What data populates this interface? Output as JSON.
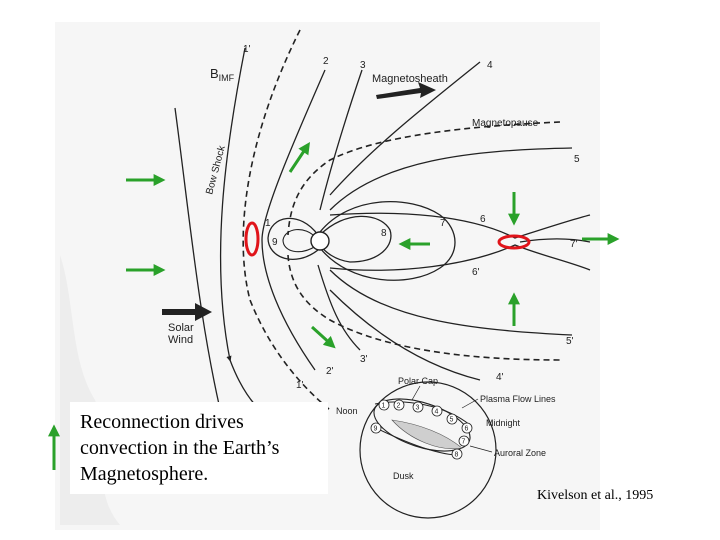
{
  "caption": "Reconnection drives\nconvection in the Earth’s\nMagnetosphere.",
  "credit": "Kivelson et al., 1995",
  "diagram": {
    "labels": {
      "b_imf": "B",
      "b_imf_sub": "IMF",
      "bow_shock": "Bow  Shock",
      "magnetosheath": "Magnetosheath",
      "magnetopause": "Magnetopause",
      "solar_wind_1": "Solar",
      "solar_wind_2": "Wind",
      "polar_cap": "Polar Cap",
      "plasma_flow_lines": "Plasma Flow Lines",
      "noon": "Noon",
      "midnight": "Midnight",
      "auroral_zone": "Auroral Zone",
      "dusk": "Dusk"
    },
    "field_line_numbers": {
      "n1p_top": "1'",
      "n2": "2",
      "n3": "3",
      "n4": "4",
      "n5": "5",
      "n1": "1",
      "n9": "9",
      "n8": "8",
      "n7": "7",
      "n6": "6",
      "n7p": "7'",
      "n6p": "6'",
      "n5p": "5'",
      "n3p": "3'",
      "n2p": "2'",
      "n4p": "4'",
      "n1p_bottom": "1'"
    },
    "flow_numbers": [
      "1",
      "2",
      "3",
      "4",
      "5",
      "6",
      "7",
      "8",
      "9"
    ]
  },
  "colors": {
    "arrow_green": "#2aa12a",
    "reconnection_red": "#e0141a",
    "ink": "#222222",
    "scan_bg": "#f6f6f6"
  }
}
